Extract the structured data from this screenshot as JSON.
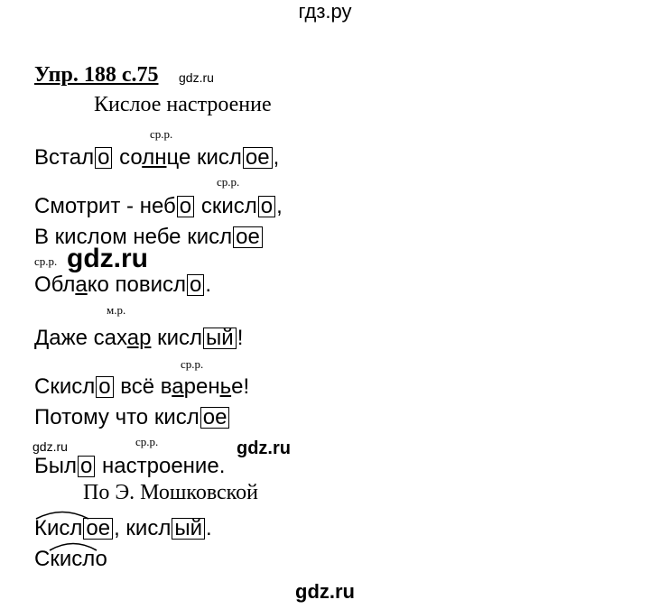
{
  "watermarks": {
    "top": "гдз.ру",
    "w1": "gdz.ru",
    "w2": "gdz.ru",
    "w3": "gdz.ru",
    "w4": "gdz.ru",
    "bottom": "gdz.ru"
  },
  "exercise": {
    "title": "Упр. 188 с.75",
    "poem_title": "Кислое настроение",
    "notes": {
      "n1": "ср.р.",
      "n2": "ср.р.",
      "n3": "ср.р.",
      "n4": "м.р.",
      "n5": "ср.р.",
      "n6": "ср.р."
    },
    "l1": {
      "a": "Встал",
      "b": "о",
      "c": " со",
      "d": "лн",
      "e": "це кисл",
      "f": "ое",
      "g": ","
    },
    "l2": {
      "a": "Смотрит - неб",
      "b": "о",
      "c": " скисл",
      "d": "о",
      "e": ","
    },
    "l3": {
      "a": "В кислом небе кисл",
      "b": "ое"
    },
    "l4": {
      "a": "Обл",
      "b": "а",
      "c": "ко повисл",
      "d": "о",
      "e": "."
    },
    "l5": {
      "a": "Даже сах",
      "b": "ар",
      "c": " кисл",
      "d": "ый",
      "e": "!"
    },
    "l6": {
      "a": "Скисл",
      "b": "о",
      "c": " всё в",
      "d": "а",
      "e": "рен",
      "f": "ь",
      "g": "е!"
    },
    "l7": {
      "a": "Потому что кисл",
      "b": "ое"
    },
    "l8": {
      "a": "Был",
      "b": "о",
      "c": " настроение."
    },
    "author": "По Э. Мошковской",
    "l9": {
      "a": "Кисл",
      "b": "ое",
      "c": ", кисл",
      "d": "ый",
      "e": "."
    },
    "l10": {
      "a": "Скисло"
    }
  }
}
